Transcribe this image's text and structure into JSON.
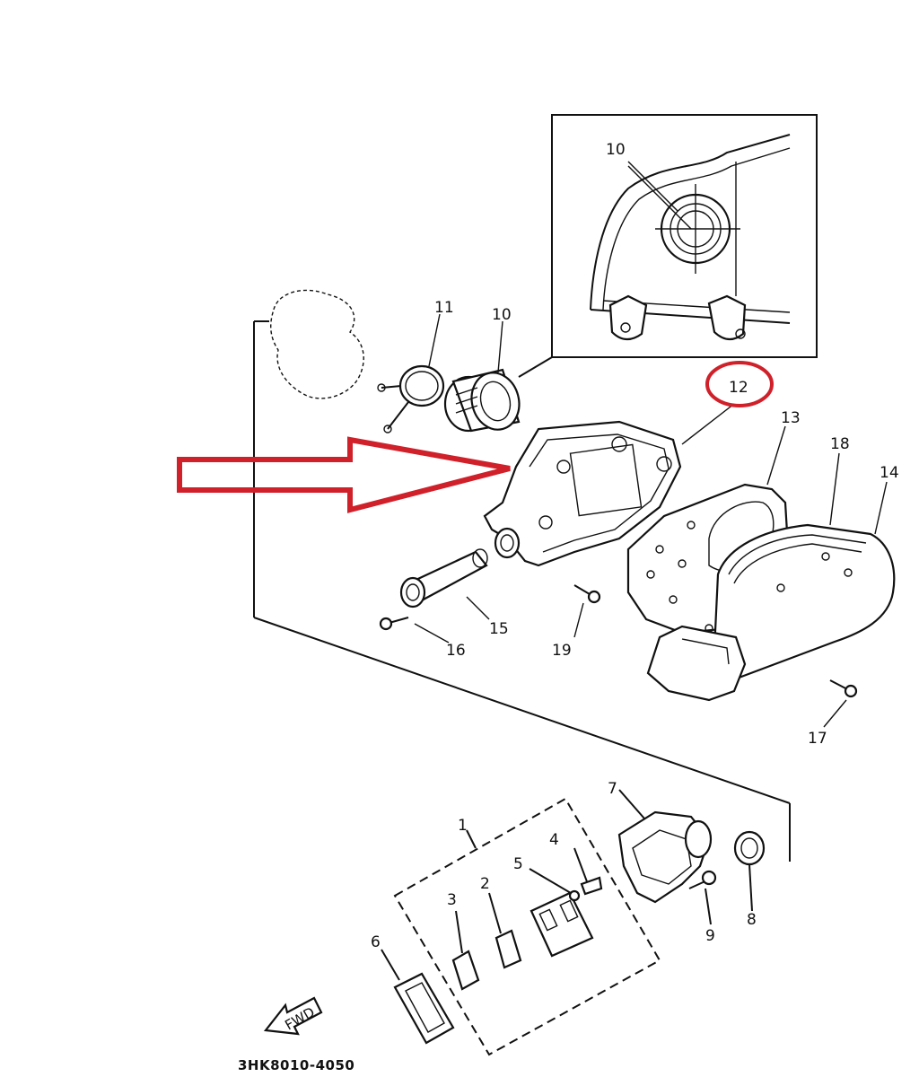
{
  "diagram": {
    "callouts": [
      {
        "id": "10",
        "text": "10"
      },
      {
        "id": "10i",
        "text": "10"
      },
      {
        "id": "11",
        "text": "11"
      },
      {
        "id": "12",
        "text": "12"
      },
      {
        "id": "13",
        "text": "13"
      },
      {
        "id": "14",
        "text": "14"
      },
      {
        "id": "15",
        "text": "15"
      },
      {
        "id": "16",
        "text": "16"
      },
      {
        "id": "17",
        "text": "17"
      },
      {
        "id": "18",
        "text": "18"
      },
      {
        "id": "19",
        "text": "19"
      },
      {
        "id": "1",
        "text": "1"
      },
      {
        "id": "2",
        "text": "2"
      },
      {
        "id": "3",
        "text": "3"
      },
      {
        "id": "4",
        "text": "4"
      },
      {
        "id": "5",
        "text": "5"
      },
      {
        "id": "6",
        "text": "6"
      },
      {
        "id": "7",
        "text": "7"
      },
      {
        "id": "8",
        "text": "8"
      },
      {
        "id": "9",
        "text": "9"
      }
    ],
    "fwd_label": "FWD",
    "drawing_code": "3HK8010-4050",
    "highlight_color": "#d0202a"
  }
}
